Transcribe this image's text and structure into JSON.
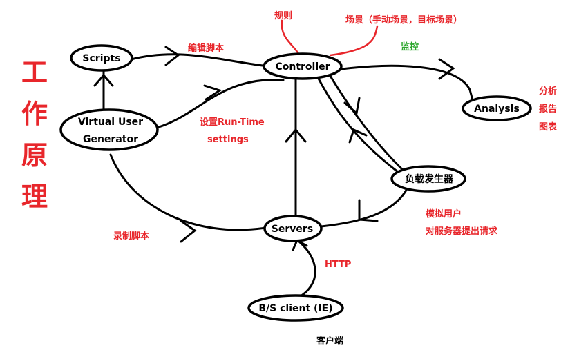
{
  "title_chars": [
    "工",
    "作",
    "原",
    "理"
  ],
  "nodes": {
    "scripts": "Scripts",
    "controller": "Controller",
    "vug_line1": "Virtual User",
    "vug_line2": "Generator",
    "analysis": "Analysis",
    "load_generator": "负载发生器",
    "servers": "Servers",
    "client": "B/S client (IE)"
  },
  "labels": {
    "rules": "规则",
    "scenarios": "场景（手动场景，目标场景）",
    "monitor": "监控",
    "edit_script": "编辑脚本",
    "runtime_line1": "设置Run-Time",
    "runtime_line2": "settings",
    "record_script": "录制脚本",
    "simulate_line1": "模拟用户",
    "simulate_line2": "对服务器提出请求",
    "http": "HTTP",
    "client_side": "客户端",
    "analysis_items": [
      "分析",
      "报告",
      "图表"
    ]
  },
  "colors": {
    "stroke": "#000000",
    "label_red": "#e8262b",
    "label_green": "#2aa52a"
  }
}
